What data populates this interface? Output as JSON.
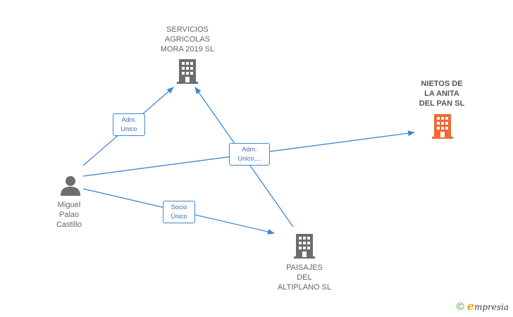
{
  "nodes": {
    "servicios": {
      "label": "SERVICIOS\nAGRICOLAS\nMORA 2019  SL",
      "type": "company",
      "color": "#6d6d6d"
    },
    "nietos": {
      "label": "NIETOS DE\nLA ANITA\nDEL PAN  SL",
      "type": "company",
      "color": "#f06a35"
    },
    "miguel": {
      "label": "Miguel\nPalao\nCastillo",
      "type": "person",
      "color": "#6d6d6d"
    },
    "paisajes": {
      "label": "PAISAJES\nDEL\nALTIPLANO  SL",
      "type": "company",
      "color": "#6d6d6d"
    }
  },
  "edges": {
    "adm_unico_1": {
      "label": "Adm.\nUnico"
    },
    "adm_unico_2": {
      "label": "Adm.\nUnico,..."
    },
    "socio_unico": {
      "label": "Socio\nÚnico"
    }
  },
  "edge_color": "#3f87d1",
  "brand": {
    "copyright": "©",
    "initial": "e",
    "name": "mpresia"
  }
}
